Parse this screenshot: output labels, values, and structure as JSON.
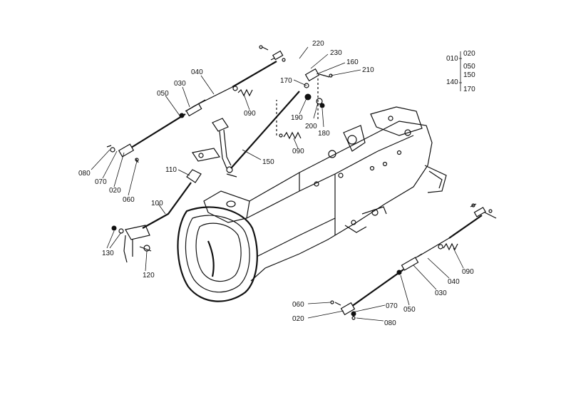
{
  "labels": {
    "p220": "220",
    "p230": "230",
    "p160": "160",
    "p210": "210",
    "p170a": "170",
    "p190": "190",
    "p200": "200",
    "p180": "180",
    "p090a": "090",
    "p090b": "090",
    "p150": "150",
    "p040a": "040",
    "p030a": "030",
    "p050a": "050",
    "p080a": "080",
    "p070a": "070",
    "p020a": "020",
    "p060a": "060",
    "p110": "110",
    "p100": "100",
    "p130": "130",
    "p120": "120",
    "p090c": "090",
    "p040b": "040",
    "p030b": "030",
    "p050b": "050",
    "p060b": "060",
    "p070b": "070",
    "p020b": "020",
    "p080b": "080"
  },
  "legend": {
    "row1_left": "010",
    "row1_right": "020",
    "row2_right": "050",
    "row3_right": "150",
    "row4_left": "140",
    "row4_right": "170"
  }
}
